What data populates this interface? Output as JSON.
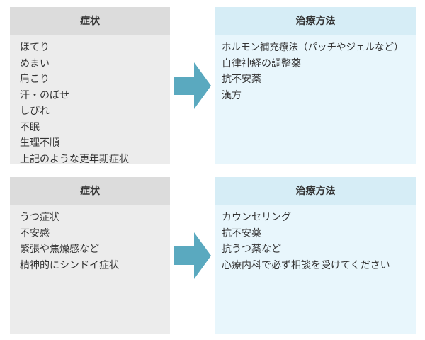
{
  "colors": {
    "symptom_header": "#dcdcdc",
    "symptom_body": "#ececec",
    "treatment_header": "#d6edf6",
    "treatment_body": "#e8f6fc",
    "arrow": "#5aa9bf",
    "text": "#333333"
  },
  "rows": [
    {
      "symptoms": {
        "title": "症状",
        "items": [
          "ほてり",
          "めまい",
          "肩こり",
          "汗・のぼせ",
          "しびれ",
          "不眠",
          "生理不順",
          "上記のような更年期症状"
        ]
      },
      "arrow_icon": "right-arrow-icon",
      "treatments": {
        "title": "治療方法",
        "items": [
          "ホルモン補充療法（パッチやジェルなど）",
          "自律神経の調整薬",
          "抗不安薬",
          "漢方"
        ]
      }
    },
    {
      "symptoms": {
        "title": "症状",
        "items": [
          "うつ症状",
          "不安感",
          "緊張や焦燥感など",
          "精神的にシンドイ症状"
        ]
      },
      "arrow_icon": "right-arrow-icon",
      "treatments": {
        "title": "治療方法",
        "items": [
          "カウンセリング",
          "抗不安薬",
          "抗うつ薬など",
          "心療内科で必ず相談を受けてください"
        ]
      }
    }
  ]
}
